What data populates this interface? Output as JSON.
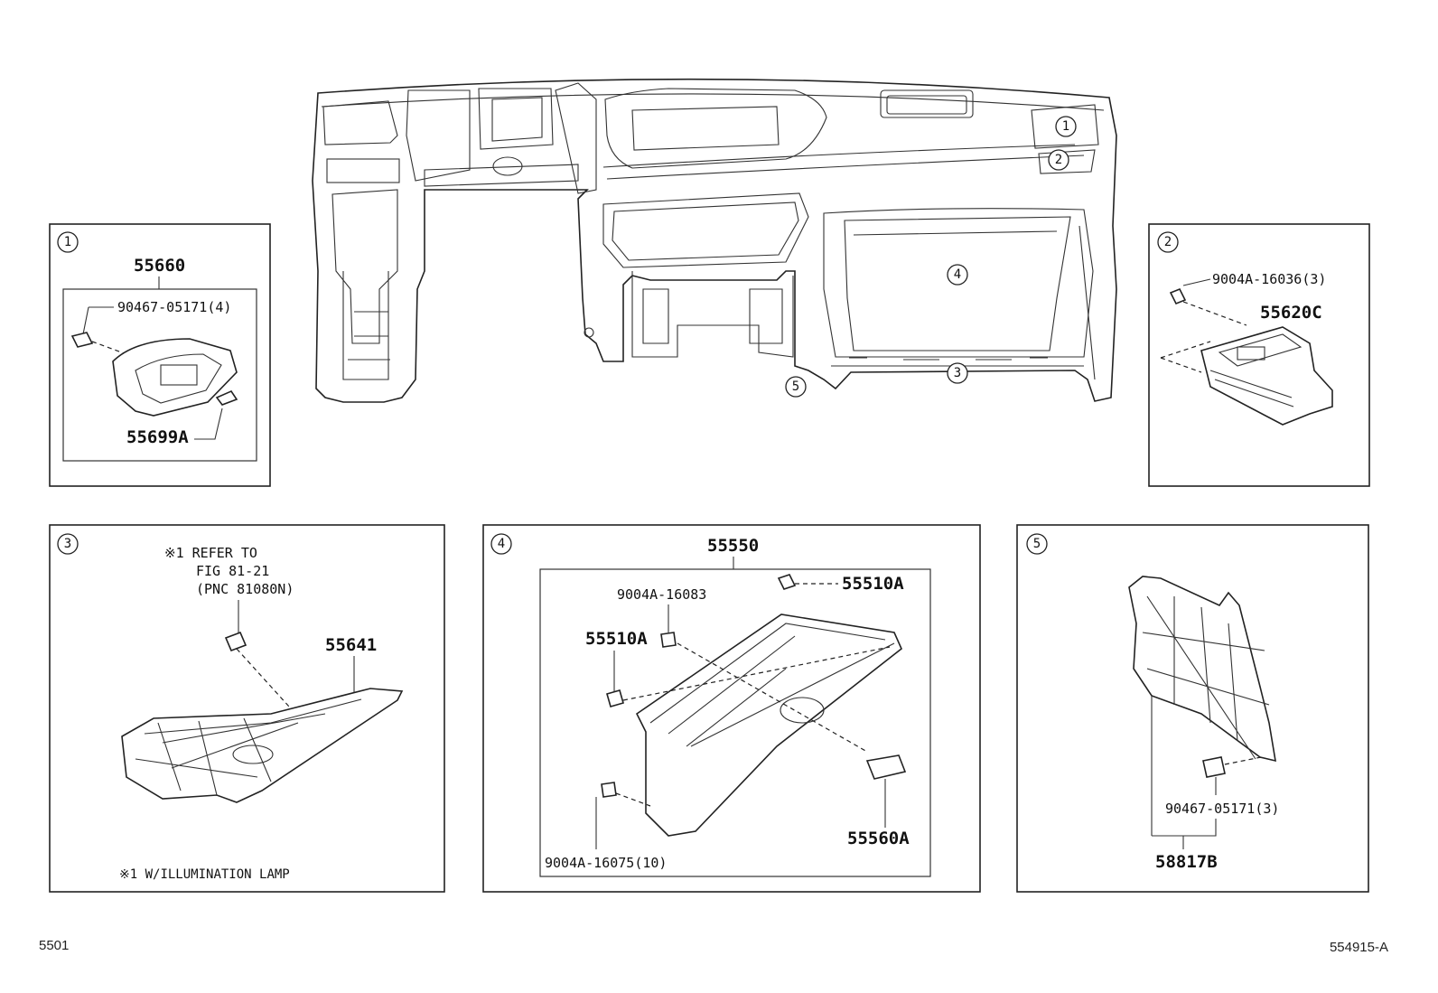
{
  "panels": {
    "p1": {
      "num": "1",
      "part": "55660",
      "clip": "90467-05171(4)",
      "bracket": "55699A"
    },
    "p2": {
      "num": "2",
      "screw": "9004A-16036(3)",
      "part": "55620C"
    },
    "p3": {
      "num": "3",
      "note_line1": "※1 REFER TO",
      "note_line2": "FIG 81-21",
      "note_line3": "(PNC 81080N)",
      "part": "55641",
      "footnote": "※1 W/ILLUMINATION LAMP"
    },
    "p4": {
      "num": "4",
      "part": "55550",
      "stopper_top": "55510A",
      "screw_top": "9004A-16083",
      "stopper_left": "55510A",
      "lock": "55560A",
      "screw_bottom": "9004A-16075(10)"
    },
    "p5": {
      "num": "5",
      "clip": "90467-05171(3)",
      "part": "58817B"
    }
  },
  "main_callouts": {
    "c1": "1",
    "c2": "2",
    "c3": "3",
    "c4": "4",
    "c5": "5"
  },
  "footer": {
    "left": "5501",
    "right": "554915-A"
  }
}
